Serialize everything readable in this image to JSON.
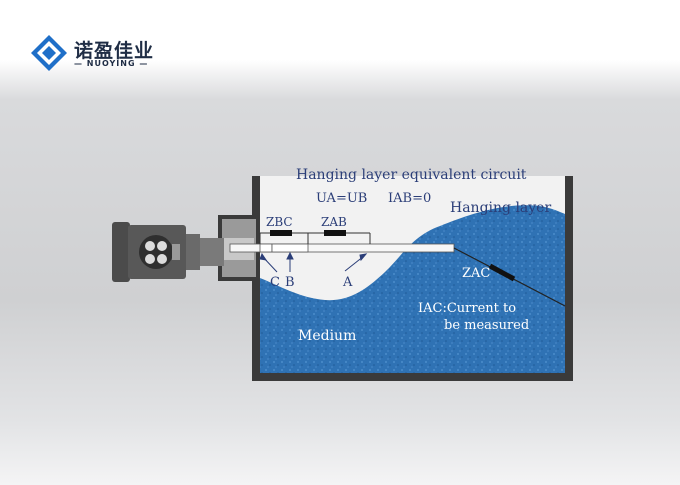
{
  "brand": {
    "name_cn": "诺盈佳业",
    "name_en": "NUOYING"
  },
  "diagram": {
    "title": "Hanging layer equivalent circuit",
    "eq_u": "UA=UB",
    "eq_i": "IAB=0",
    "hanging_layer": "Hanging layer",
    "z_bc": "ZBC",
    "z_ab": "ZAB",
    "z_ac": "ZAC",
    "label_c": "C",
    "label_b": "B",
    "label_a": "A",
    "current_line1": "IAC:Current to",
    "current_line2": "be measured",
    "medium": "Medium"
  },
  "colors": {
    "water": "#2f72b4",
    "water_dark": "#255f9c",
    "tank": "#333333",
    "label": "#2b3e78"
  }
}
